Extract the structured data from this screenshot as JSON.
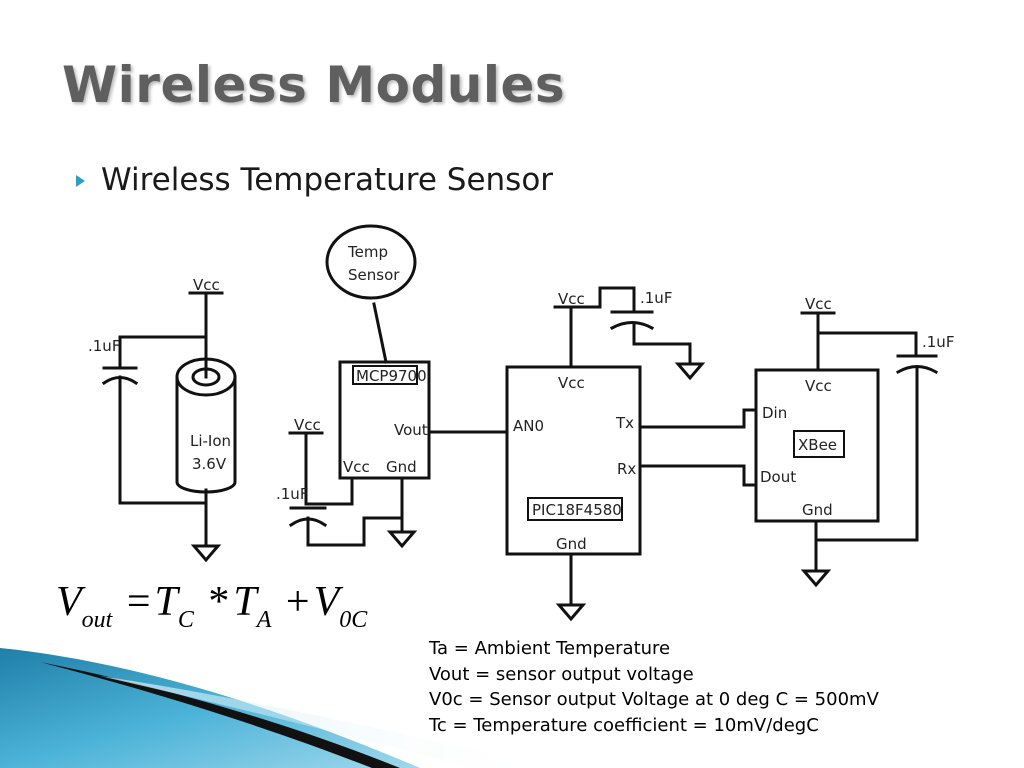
{
  "slide": {
    "title": "Wireless Modules",
    "bullet": "Wireless Temperature Sensor"
  },
  "circuit": {
    "labels": {
      "temp_sensor_line1": "Temp",
      "temp_sensor_line2": "Sensor",
      "vcc": "Vcc",
      "cap": ".1uF",
      "battery_line1": "Li-Ion",
      "battery_line2": "3.6V",
      "mcp_chip": "MCP9700",
      "mcp_vout": "Vout",
      "mcp_vcc": "Vcc",
      "mcp_gnd": "Gnd",
      "pic_vcc": "Vcc",
      "pic_an0": "AN0",
      "pic_tx": "Tx",
      "pic_rx": "Rx",
      "pic_chip": "PIC18F4580",
      "pic_gnd": "Gnd",
      "xbee_vcc": "Vcc",
      "xbee_din": "Din",
      "xbee_chip": "XBee",
      "xbee_dout": "Dout",
      "xbee_gnd": "Gnd"
    }
  },
  "formula": {
    "v": "V",
    "v_sub": "out",
    "eq": "=",
    "t": "T",
    "t_sub": "C",
    "mul": "*",
    "t2": "T",
    "t2_sub": "A",
    "plus": "+",
    "v2": "V",
    "v2_sub": "0C"
  },
  "definitions": [
    "Ta = Ambient Temperature",
    "Vout = sensor output voltage",
    "V0c = Sensor output Voltage at 0 deg C = 500mV",
    "Tc = Temperature coefficient = 10mV/degC"
  ],
  "colors": {
    "title": "#5f5f5f",
    "bullet_accent": "#2a9fc4",
    "swoosh_blue": "#2a8fb8",
    "swoosh_dark": "#111111"
  }
}
